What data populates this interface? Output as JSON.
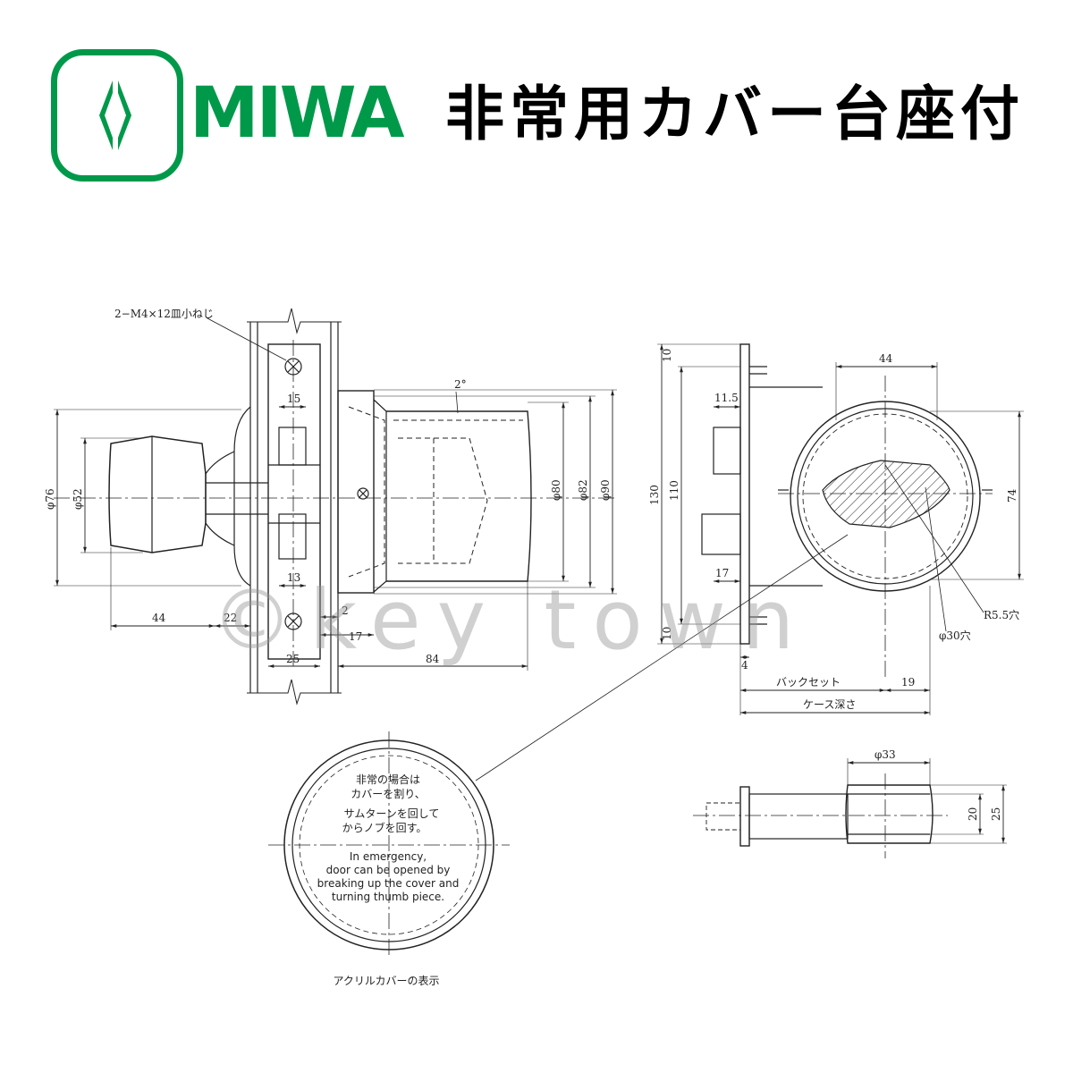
{
  "brand": {
    "name": "MIWA",
    "color": "#00994a"
  },
  "title": "非常用カバー台座付",
  "watermark": "©key town",
  "left_view": {
    "screw_label": "2−M4×12皿小ねじ",
    "angle": "2°",
    "dims": {
      "d76": "φ76",
      "d52": "φ52",
      "d80": "φ80",
      "d82": "φ82",
      "d90": "φ90",
      "w15": "15",
      "w13": "13",
      "w44": "44",
      "w22": "22",
      "w2": "2",
      "w17": "17",
      "w25": "25",
      "w84": "84"
    }
  },
  "right_view": {
    "dims": {
      "h10_top": "10",
      "h130": "130",
      "h110": "110",
      "h10_bot": "10",
      "w11_5": "11.5",
      "w17": "17",
      "w4": "4",
      "w44": "44",
      "h74": "74",
      "r5_5": "R5.5穴",
      "d30": "φ30穴",
      "w19": "19"
    },
    "backset": "バックセット",
    "case_depth": "ケース深さ"
  },
  "cover_view": {
    "jp_lines": [
      "非常の場合は",
      "カバーを割り、",
      "サムターンを回して",
      "からノブを回す。"
    ],
    "en_lines": [
      "In emergency,",
      "door can be opened by",
      "breaking up the cover and",
      "turning thumb piece."
    ],
    "caption": "アクリルカバーの表示"
  },
  "thumb_view": {
    "dims": {
      "d33": "φ33",
      "h20": "20",
      "h25": "25"
    }
  }
}
